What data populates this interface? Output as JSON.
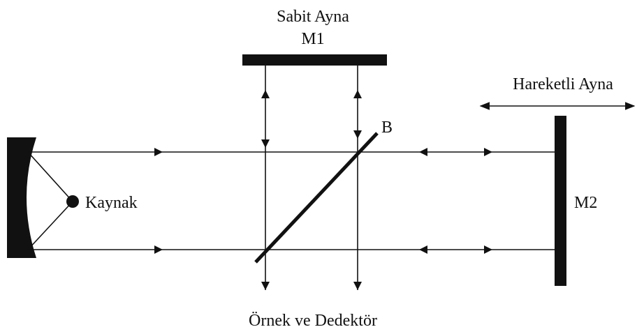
{
  "labels": {
    "fixed_mirror_line1": "Sabit Ayna",
    "fixed_mirror_line2": "M1",
    "moving_mirror": "Hareketli Ayna",
    "beam_splitter": "B",
    "source": "Kaynak",
    "mirror2": "M2",
    "sample_detector": "Örnek ve Dedektör"
  },
  "colors": {
    "ink": "#111111",
    "background": "#ffffff"
  }
}
